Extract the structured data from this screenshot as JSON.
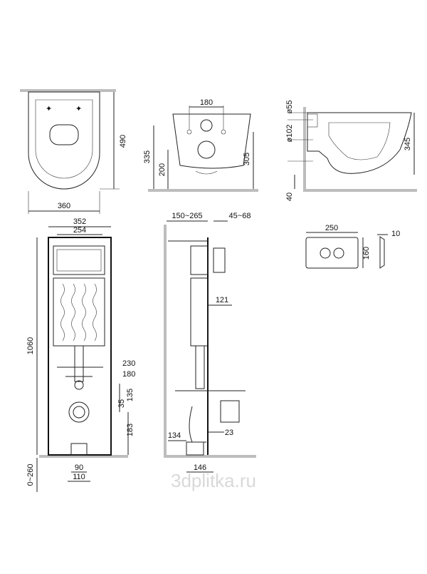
{
  "watermark": "3dplitka.ru",
  "dimensions": {
    "bowl_top_width": "360",
    "bowl_top_length": "490",
    "bowl_front_bolt_spacing": "180",
    "bowl_front_height_335": "335",
    "bowl_front_height_200": "200",
    "bowl_front_height_305": "305",
    "bowl_side_d55": "ø55",
    "bowl_side_d102": "ø102",
    "bowl_side_height": "345",
    "bowl_side_floor_gap": "40",
    "button_width": "250",
    "button_height": "160",
    "button_depth": "10",
    "frame_width_352": "352",
    "frame_width_254": "254",
    "frame_height": "1060",
    "frame_leg_adjust": "0~260",
    "frame_230": "230",
    "frame_180": "180",
    "frame_135": "135",
    "frame_35": "35",
    "frame_183": "183",
    "frame_foot_90": "90",
    "frame_foot_110": "110",
    "side_depth": "150~265",
    "side_button_depth": "45~68",
    "side_121": "121",
    "side_134": "134",
    "side_23": "23",
    "side_146": "146"
  }
}
